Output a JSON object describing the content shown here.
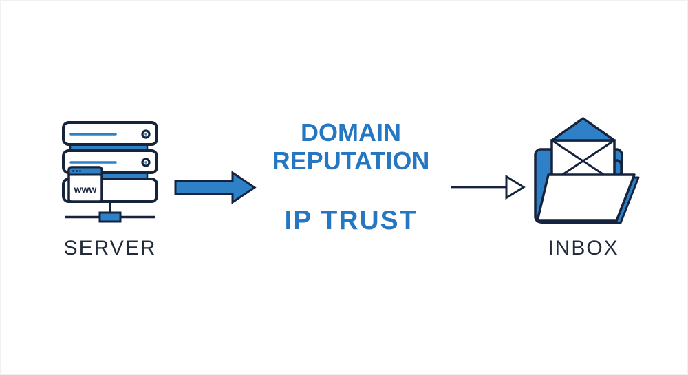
{
  "server": {
    "label": "SERVER",
    "browser_text": "www"
  },
  "flow": {
    "heading_line1": "DOMAIN",
    "heading_line2": "REPUTATION",
    "heading_line3": "IP TRUST"
  },
  "inbox": {
    "label": "INBOX"
  },
  "colors": {
    "primary_blue": "#2f81c7",
    "heading_blue": "#2677c1",
    "outline_navy": "#16233c",
    "label_dark": "#222b3a"
  }
}
